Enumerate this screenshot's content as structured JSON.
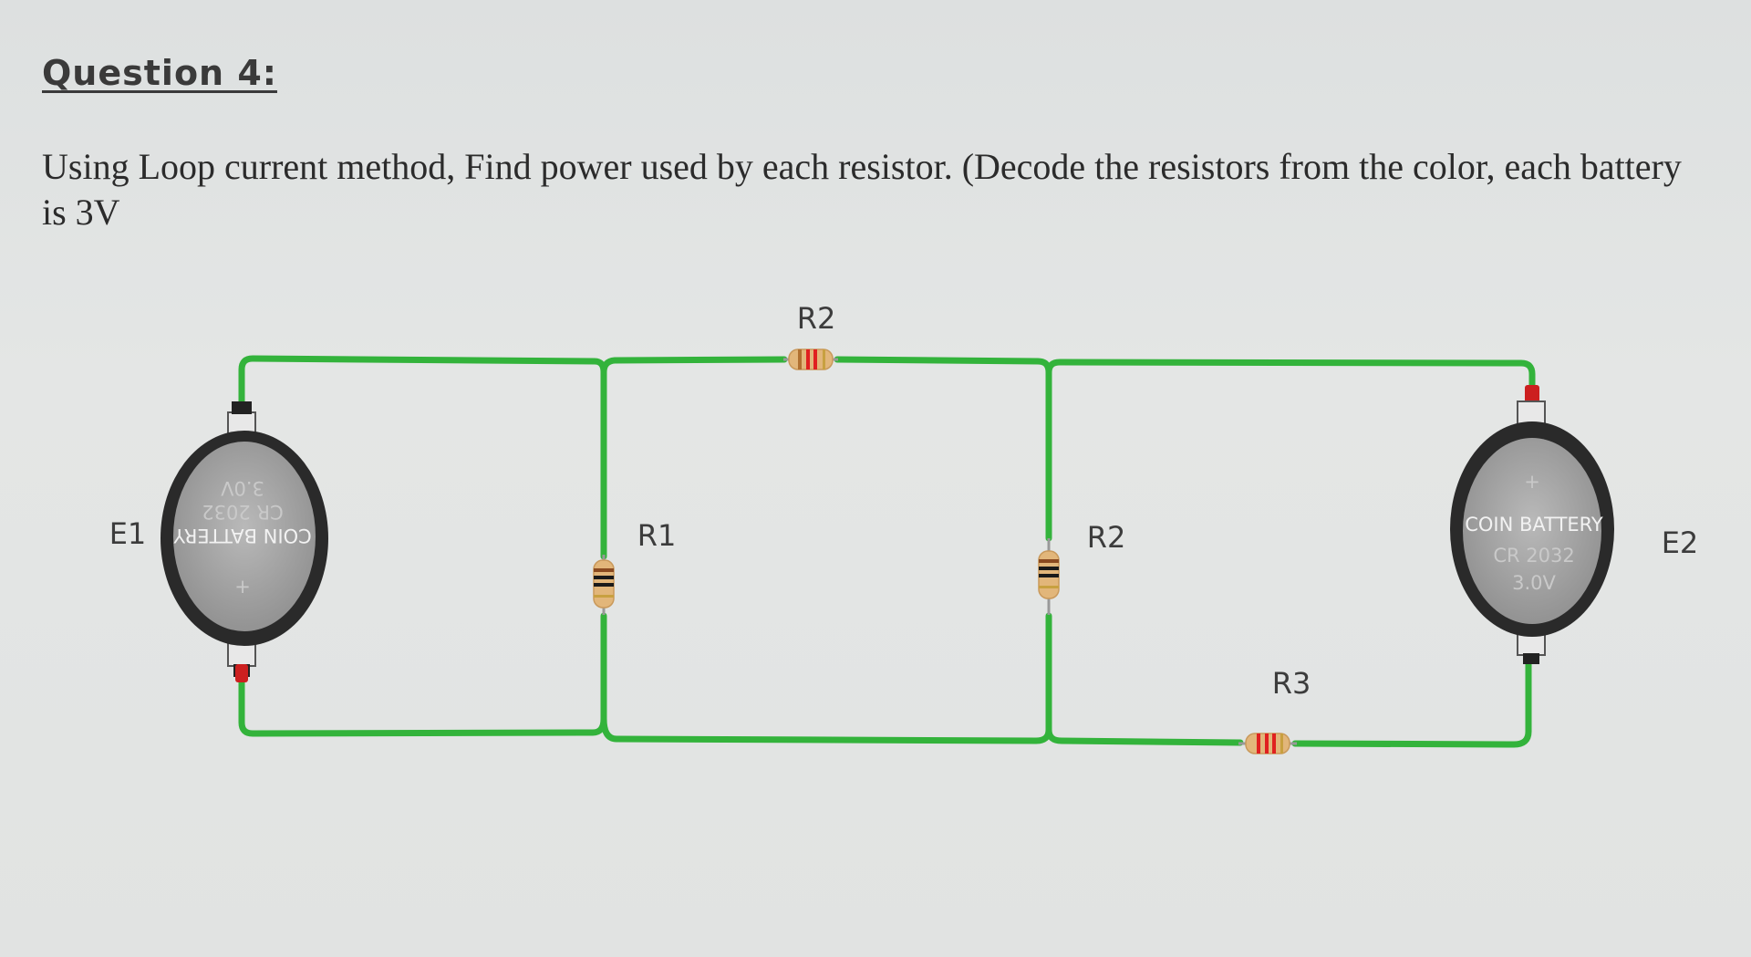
{
  "question": {
    "title": "Question 4:",
    "text": "Using Loop current method, Find power used by each resistor. (Decode the resistors from the color, each battery is 3V"
  },
  "circuit": {
    "labels": {
      "r2_top": "R2",
      "r1": "R1",
      "r2_mid": "R2",
      "r3": "R3",
      "e1": "E1",
      "e2": "E2"
    },
    "battery_e1": {
      "line1": "COIN BATTERY",
      "line2": "CR 2032",
      "line3": "3.0V",
      "plus": "+"
    },
    "battery_e2": {
      "line1": "COIN BATTERY",
      "line2": "CR 2032",
      "line3": "3.0V",
      "plus": "+"
    },
    "colors": {
      "wire": "#33b33b",
      "battery_body": "#2a2a2a",
      "battery_face": "#a9a9a9",
      "resistor_body": "#e2b67a"
    }
  }
}
